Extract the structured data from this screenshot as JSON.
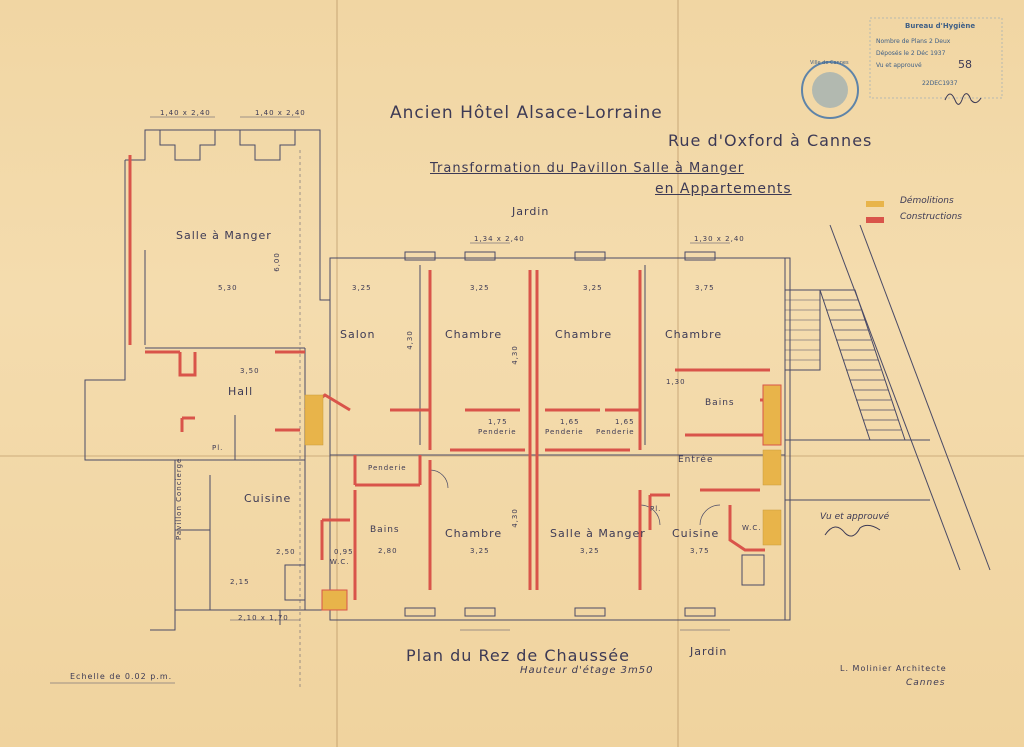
{
  "title": {
    "line1": "Ancien Hôtel Alsace-Lorraine",
    "line2": "Rue d'Oxford à Cannes",
    "line3": "Transformation du Pavillon Salle à Manger",
    "line4": "en Appartements"
  },
  "labels": {
    "jardin_top": "Jardin",
    "jardin_bottom": "Jardin",
    "plan_title": "Plan du Rez de Chaussée",
    "plan_subtitle": "Hauteur d'étage 3m50",
    "scale": "Echelle de 0.02 p.m.",
    "architect": "L. Molinier Architecte",
    "city": "Cannes"
  },
  "legend": {
    "demolition": "Démolitions",
    "construction": "Constructions",
    "demolition_color": "#e8b44a",
    "construction_color": "#d9544a"
  },
  "stamp": {
    "line1": "Bureau d'Hygiène",
    "line2": "Nombre de Plans 2 Deux",
    "line3": "Déposés le 2 Déc 1937",
    "line4": "Vu et approuvé",
    "number": "58",
    "date": "22DEC1937",
    "round": "Ville de Cannes"
  },
  "approval": "Vu et approuvé",
  "rooms": {
    "salle_a_manger_left": "Salle à Manger",
    "salon": "Salon",
    "hall": "Hall",
    "chambre1": "Chambre",
    "chambre2": "Chambre",
    "chambre3": "Chambre",
    "chambre4": "Chambre",
    "salle_a_manger_bottom": "Salle à Manger",
    "cuisine_left": "Cuisine",
    "cuisine_right": "Cuisine",
    "bains_left": "Bains",
    "bains_right": "Bains",
    "penderie": "Penderie",
    "penderie2": "Penderie",
    "penderie3": "Penderie",
    "penderie4": "Penderie",
    "entree": "Entrée",
    "wc1": "W.C.",
    "wc2": "W.C.",
    "loge": "Pavillon Concierge",
    "pl": "Pl.",
    "pl2": "Pl."
  },
  "dims": {
    "d1": "5,30",
    "d2": "3,25",
    "d3": "3,25",
    "d4": "3,25",
    "d5": "3,75",
    "d6": "3,25",
    "d7": "3,25",
    "d8": "3,75",
    "d9": "2,80",
    "d10": "2,50",
    "d11": "3,50",
    "d12": "6,00",
    "d13": "4,30",
    "d14": "4,30",
    "d15": "1,34 x 2,40",
    "d16": "1,30 x 2,40",
    "d17": "2,10 x 1,70",
    "d18": "4,30",
    "d19": "1,30",
    "d20": "1,75",
    "d21": "1,65",
    "d22": "1,65",
    "d23": "1,40 x 2,40",
    "d24": "1,40 x 2,40",
    "d25": "2,15",
    "d26": "0,95"
  }
}
